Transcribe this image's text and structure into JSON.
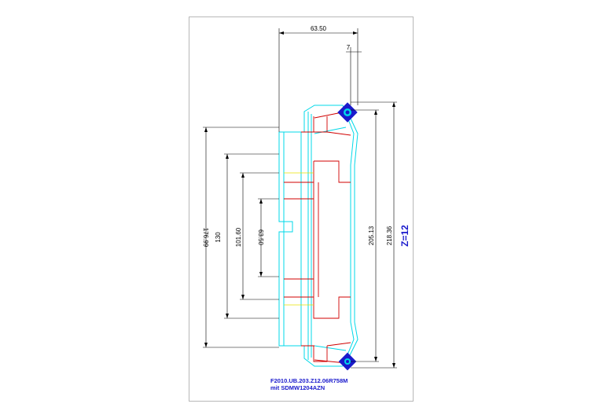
{
  "drawing": {
    "dimensions": {
      "top_width": "63.50",
      "small_offset": "7",
      "d1": "176.99",
      "d2": "130",
      "d3": "101.60",
      "d4": "63.50",
      "d5": "205.13",
      "d6": "218.36"
    },
    "teeth_label": "Z=12",
    "part_number": "F2010.UB.203.Z12.06R758M",
    "insert_note": "mit SDMW1204AZN"
  },
  "colors": {
    "body_outline": "#00d8e8",
    "inner_lines": "#d00000",
    "insert": "#1a1acc",
    "yellow_lines": "#e8e000",
    "dimension": "#000000"
  }
}
